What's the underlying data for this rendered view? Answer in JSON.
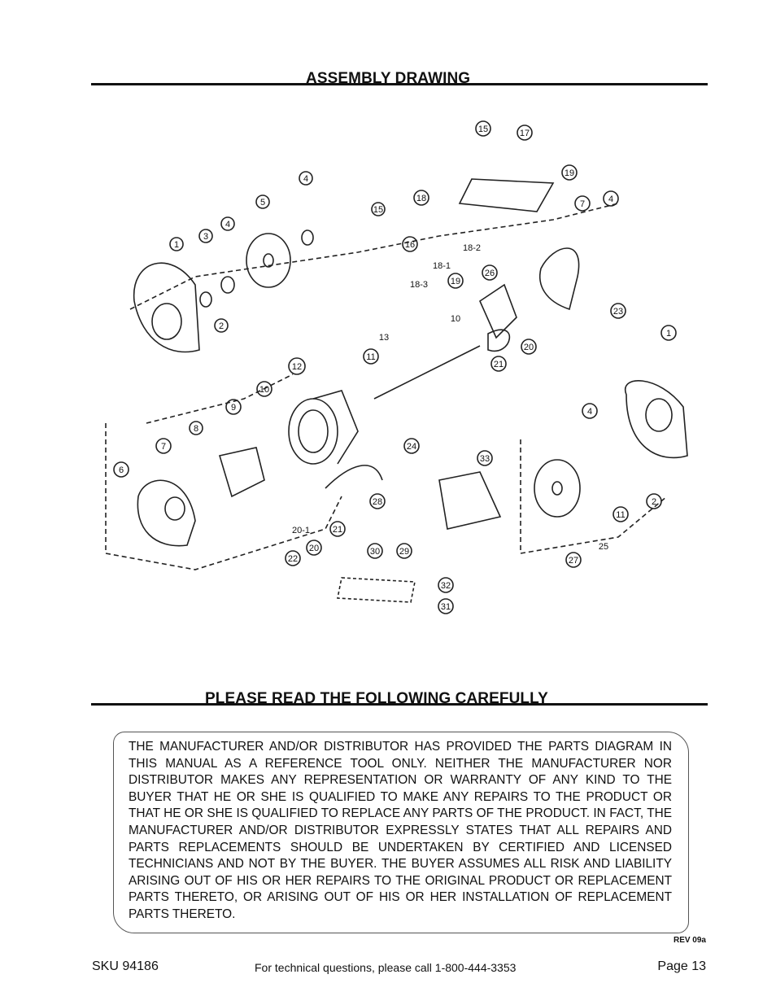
{
  "header": {
    "title": "ASSEMBLY DRAWING"
  },
  "diagram": {
    "callouts": [
      "1",
      "2",
      "3",
      "4",
      "5",
      "6",
      "7",
      "8",
      "9",
      "10",
      "11",
      "12",
      "13",
      "15",
      "16",
      "17",
      "18",
      "18-1",
      "18-2",
      "18-3",
      "19",
      "20",
      "20-1",
      "21",
      "22",
      "23",
      "24",
      "25",
      "26",
      "27",
      "28",
      "29",
      "30",
      "31",
      "32",
      "33"
    ]
  },
  "notice": {
    "heading": "PLEASE READ THE FOLLOWING CAREFULLY",
    "text": "THE MANUFACTURER AND/OR DISTRIBUTOR HAS PROVIDED THE PARTS DIAGRAM IN THIS MANUAL AS A REFERENCE TOOL ONLY. NEITHER THE MANUFACTURER NOR DISTRIBUTOR MAKES ANY REPRESENTATION OR WARRANTY OF ANY KIND TO THE BUYER THAT HE OR SHE IS QUALIFIED TO MAKE ANY REPAIRS TO THE PRODUCT OR THAT HE OR SHE IS QUALIFIED TO REPLACE ANY PARTS OF THE PRODUCT. IN FACT, THE MANUFACTURER AND/OR DISTRIBUTOR EXPRESSLY STATES THAT ALL REPAIRS AND PARTS REPLACEMENTS SHOULD BE UNDERTAKEN BY CERTIFIED AND LICENSED TECHNICIANS AND NOT BY THE BUYER. THE BUYER ASSUMES ALL RISK AND LIABILITY ARISING OUT OF HIS OR HER REPAIRS TO THE ORIGINAL PRODUCT OR REPLACEMENT PARTS THERETO, OR ARISING OUT OF HIS OR HER INSTALLATION OF REPLACEMENT PARTS THERETO."
  },
  "rev": "REV 09a",
  "footer": {
    "sku": "SKU 94186",
    "tech": "For technical questions, please call 1-800-444-3353",
    "page": "Page 13"
  }
}
